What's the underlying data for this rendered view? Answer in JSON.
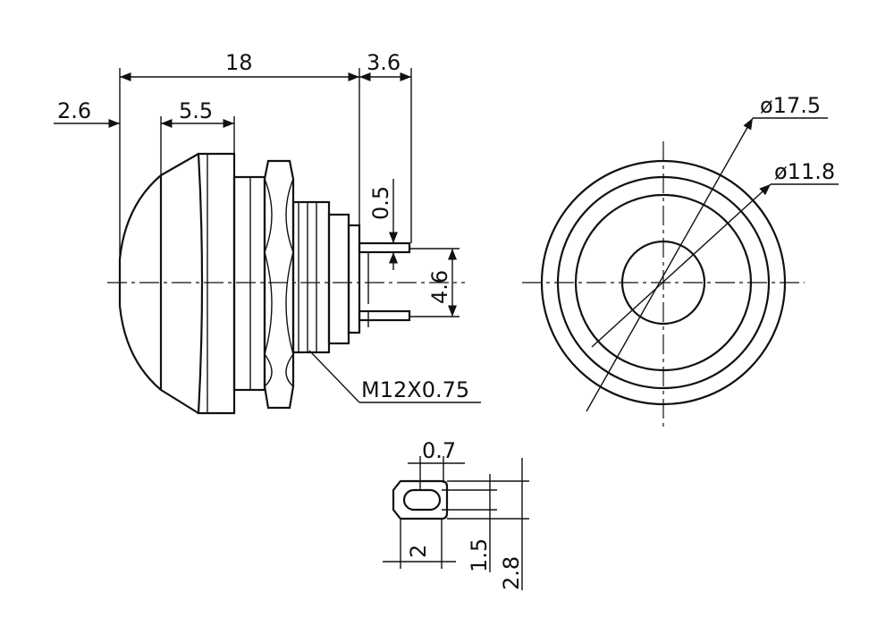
{
  "drawing": {
    "side_view": {
      "dim_overall_length": "18",
      "dim_terminal_length": "3.6",
      "dim_cap_height": "2.6",
      "dim_flange": "5.5",
      "dim_terminal_thickness": "0.5",
      "dim_terminal_spacing": "4.6",
      "thread_label": "M12X0.75"
    },
    "front_view": {
      "dim_outer_diameter": "ø17.5",
      "dim_inner_diameter": "ø11.8"
    },
    "terminal_detail": {
      "dim_slot_width": "0.7",
      "dim_width": "2",
      "dim_slot_height": "1.5",
      "dim_height": "2.8"
    }
  }
}
